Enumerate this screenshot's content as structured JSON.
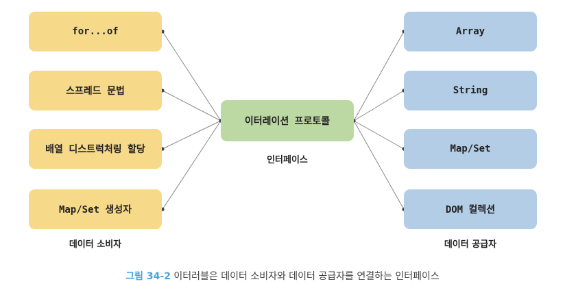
{
  "diagram": {
    "consumers": [
      {
        "label": "for...of"
      },
      {
        "label": "스프레드 문법"
      },
      {
        "label": "배열 디스트럭처링 할당"
      },
      {
        "label": "Map/Set 생성자"
      }
    ],
    "consumers_label": "데이터 소비자",
    "center": {
      "label": "이터레이션 프로토콜"
    },
    "center_label": "인터페이스",
    "providers": [
      {
        "label": "Array"
      },
      {
        "label": "String"
      },
      {
        "label": "Map/Set"
      },
      {
        "label": "DOM 컬렉션"
      }
    ],
    "providers_label": "데이터 공급자"
  },
  "caption": {
    "figure_number": "그림 34-2",
    "text": " 이터러블은 데이터 소비자와 데이터 공급자를 연결하는 인터페이스"
  },
  "colors": {
    "consumer_fill": "#f7d98a",
    "provider_fill": "#b3cde6",
    "center_fill": "#bcd8a3",
    "connector": "#888888",
    "figure_number": "#4aa3d9"
  }
}
